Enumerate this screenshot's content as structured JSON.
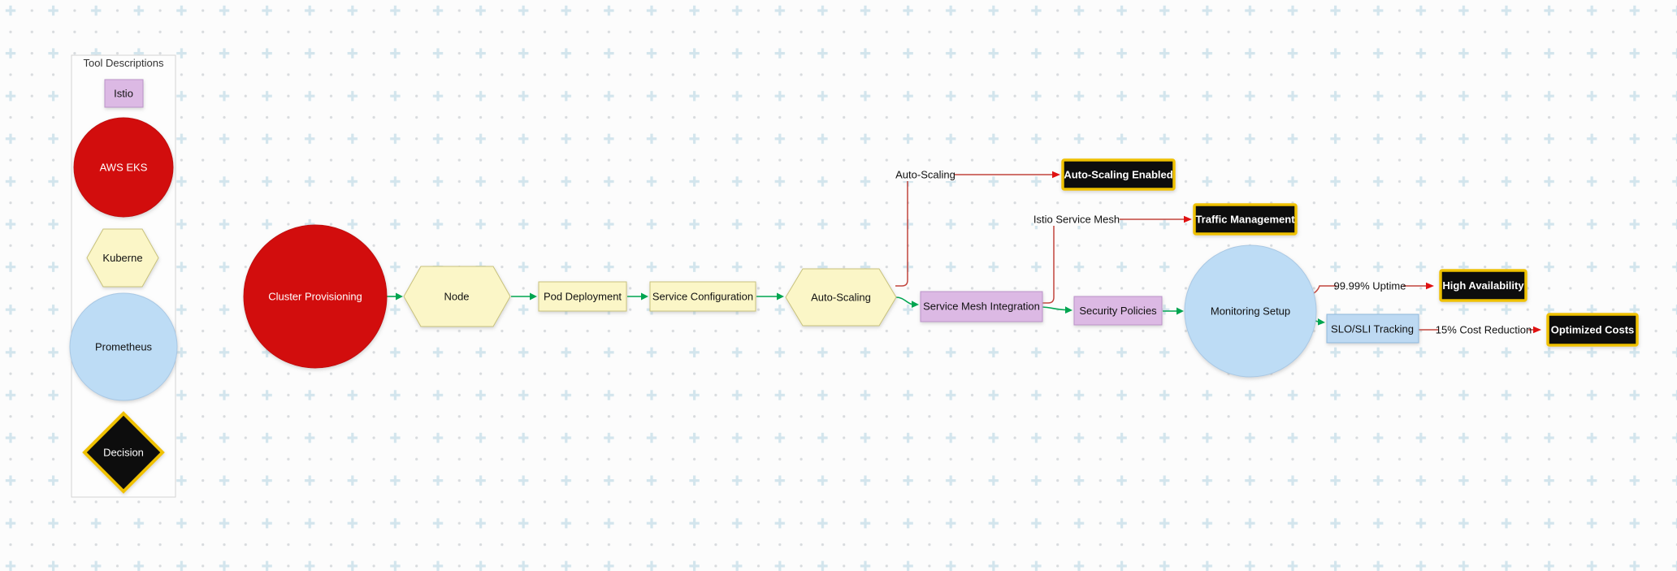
{
  "canvas": {
    "background": "#fcfcfc",
    "grid_plus_color": "#d3e5ed",
    "grid_dot_color": "#d8dbde"
  },
  "legend": {
    "title": "Tool Descriptions",
    "items": [
      {
        "id": "istio",
        "label": "Istio",
        "shape": "rect",
        "fill": "#dcb9e4"
      },
      {
        "id": "aws-eks",
        "label": "AWS EKS",
        "shape": "circle",
        "fill": "#d20f0f"
      },
      {
        "id": "kubernetes",
        "label": "Kuberne",
        "shape": "hexagon",
        "fill": "#fbf6c7"
      },
      {
        "id": "prometheus",
        "label": "Prometheus",
        "shape": "circle",
        "fill": "#bddcf5"
      },
      {
        "id": "decision",
        "label": "Decision",
        "shape": "diamond",
        "fill": "#0a0a0a"
      }
    ]
  },
  "flow": {
    "nodes": [
      {
        "id": "cluster-provisioning",
        "label": "Cluster Provisioning",
        "shape": "circle",
        "fill": "#d20f0f"
      },
      {
        "id": "node",
        "label": "Node",
        "shape": "hexagon",
        "fill": "#fbf6c7"
      },
      {
        "id": "pod-deployment",
        "label": "Pod Deployment",
        "shape": "rect",
        "fill": "#fbf6c7"
      },
      {
        "id": "service-configuration",
        "label": "Service Configuration",
        "shape": "rect",
        "fill": "#fbf6c7"
      },
      {
        "id": "auto-scaling",
        "label": "Auto-Scaling",
        "shape": "hexagon",
        "fill": "#fbf6c7"
      },
      {
        "id": "service-mesh-integration",
        "label": "Service Mesh Integration",
        "shape": "rect",
        "fill": "#dcb9e4"
      },
      {
        "id": "security-policies",
        "label": "Security Policies",
        "shape": "rect",
        "fill": "#dcb9e4"
      },
      {
        "id": "monitoring-setup",
        "label": "Monitoring Setup",
        "shape": "circle",
        "fill": "#bddcf5"
      },
      {
        "id": "slo-sli-tracking",
        "label": "SLO/SLI Tracking",
        "shape": "rect",
        "fill": "#bdd9f2"
      }
    ],
    "outcomes": [
      {
        "id": "auto-scaling-enabled",
        "label": "Auto-Scaling Enabled",
        "fill": "#0a0a0a",
        "border": "#efc100"
      },
      {
        "id": "traffic-management",
        "label": "Traffic Management",
        "fill": "#0a0a0a",
        "border": "#efc100"
      },
      {
        "id": "high-availability",
        "label": "High Availability",
        "fill": "#0a0a0a",
        "border": "#efc100"
      },
      {
        "id": "optimized-costs",
        "label": "Optimized Costs",
        "fill": "#0a0a0a",
        "border": "#efc100"
      }
    ],
    "edge_labels": [
      {
        "id": "auto-scaling-edge",
        "label": "Auto-Scaling"
      },
      {
        "id": "istio-service-mesh-edge",
        "label": "Istio Service Mesh"
      },
      {
        "id": "uptime-edge",
        "label": "99.99% Uptime"
      },
      {
        "id": "cost-reduction-edge",
        "label": "15% Cost Reduction"
      }
    ],
    "edge_colors": {
      "flow": "#00a550",
      "annotation_line": "#c2453d",
      "annotation_head": "#e01111"
    }
  }
}
